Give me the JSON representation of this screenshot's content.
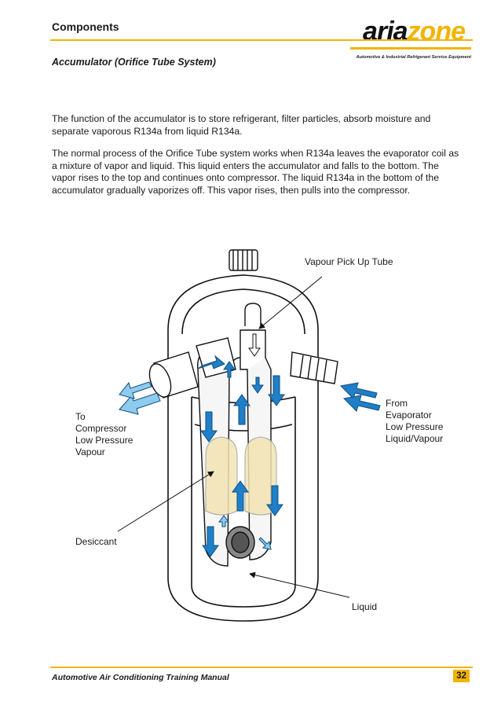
{
  "header": {
    "section": "Components",
    "logo": {
      "part1": "aria",
      "part2": "zone",
      "tagline": "Automotive & Industrial Refrigerant Service Equipment"
    }
  },
  "subtitle": "Accumulator  (Orifice Tube System)",
  "paragraphs": [
    "The function of the accumulator is to store refrigerant, filter particles, absorb moisture and separate vaporous R134a from liquid R134a.",
    "The normal process of the Orifice Tube system works when R134a leaves the evaporator coil as a mixture of vapor and liquid. This liquid enters the accumulator and falls to the bottom. The vapor rises to the top and continues onto compressor. The liquid R134a in the bottom of the accumulator gradually vaporizes off. This vapor rises, then pulls into the compressor."
  ],
  "diagram": {
    "labels": {
      "vapour_pick_up": "Vapour Pick Up Tube",
      "from": "From\nEvaporator\nLow Pressure\nLiquid/Vapour",
      "to": "To\nCompressor\nLow Pressure\nVapour",
      "desiccant": "Desiccant",
      "liquid": "Liquid"
    },
    "colors": {
      "arrow_dark": "#1f7fc8",
      "arrow_light": "#8ecbee",
      "desiccant": "#f3e4b4"
    }
  },
  "footer": {
    "manual": "Automotive Air Conditioning Training Manual",
    "page": "32"
  }
}
